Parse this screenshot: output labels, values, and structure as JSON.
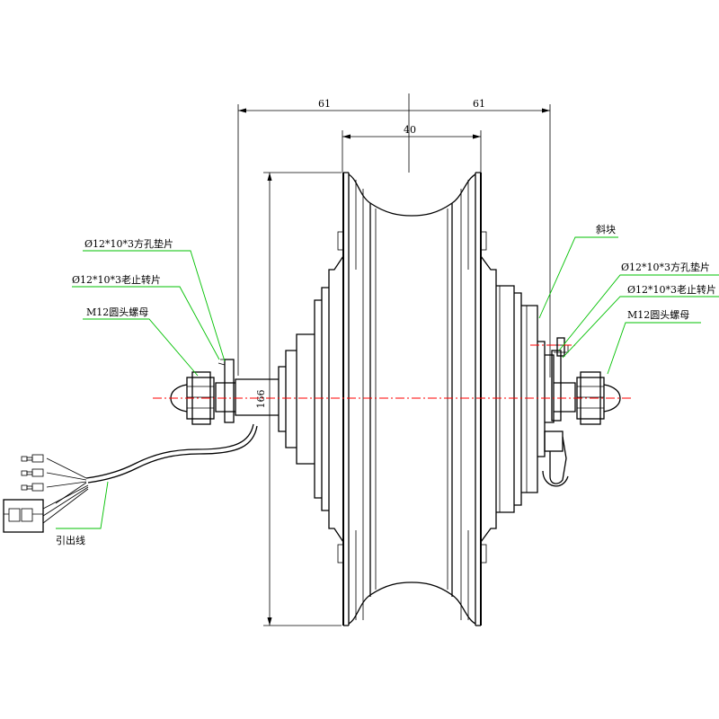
{
  "dimensions": {
    "left_width": "61",
    "right_width": "61",
    "rim_width": "40",
    "diameter": "166"
  },
  "labels": {
    "left_square_washer": "Ø12*10*3方孔垫片",
    "left_lock_washer": "Ø12*10*3老止转片",
    "left_nut": "M12圆头螺母",
    "cable": "引出线",
    "bracket": "斜块",
    "right_square_washer": "Ø12*10*3方孔垫片",
    "right_lock_washer": "Ø12*10*3老止转片",
    "right_nut": "M12圆头螺母"
  },
  "colors": {
    "line": "#000000",
    "leader": "#00c000",
    "centerline": "#ff0000"
  }
}
